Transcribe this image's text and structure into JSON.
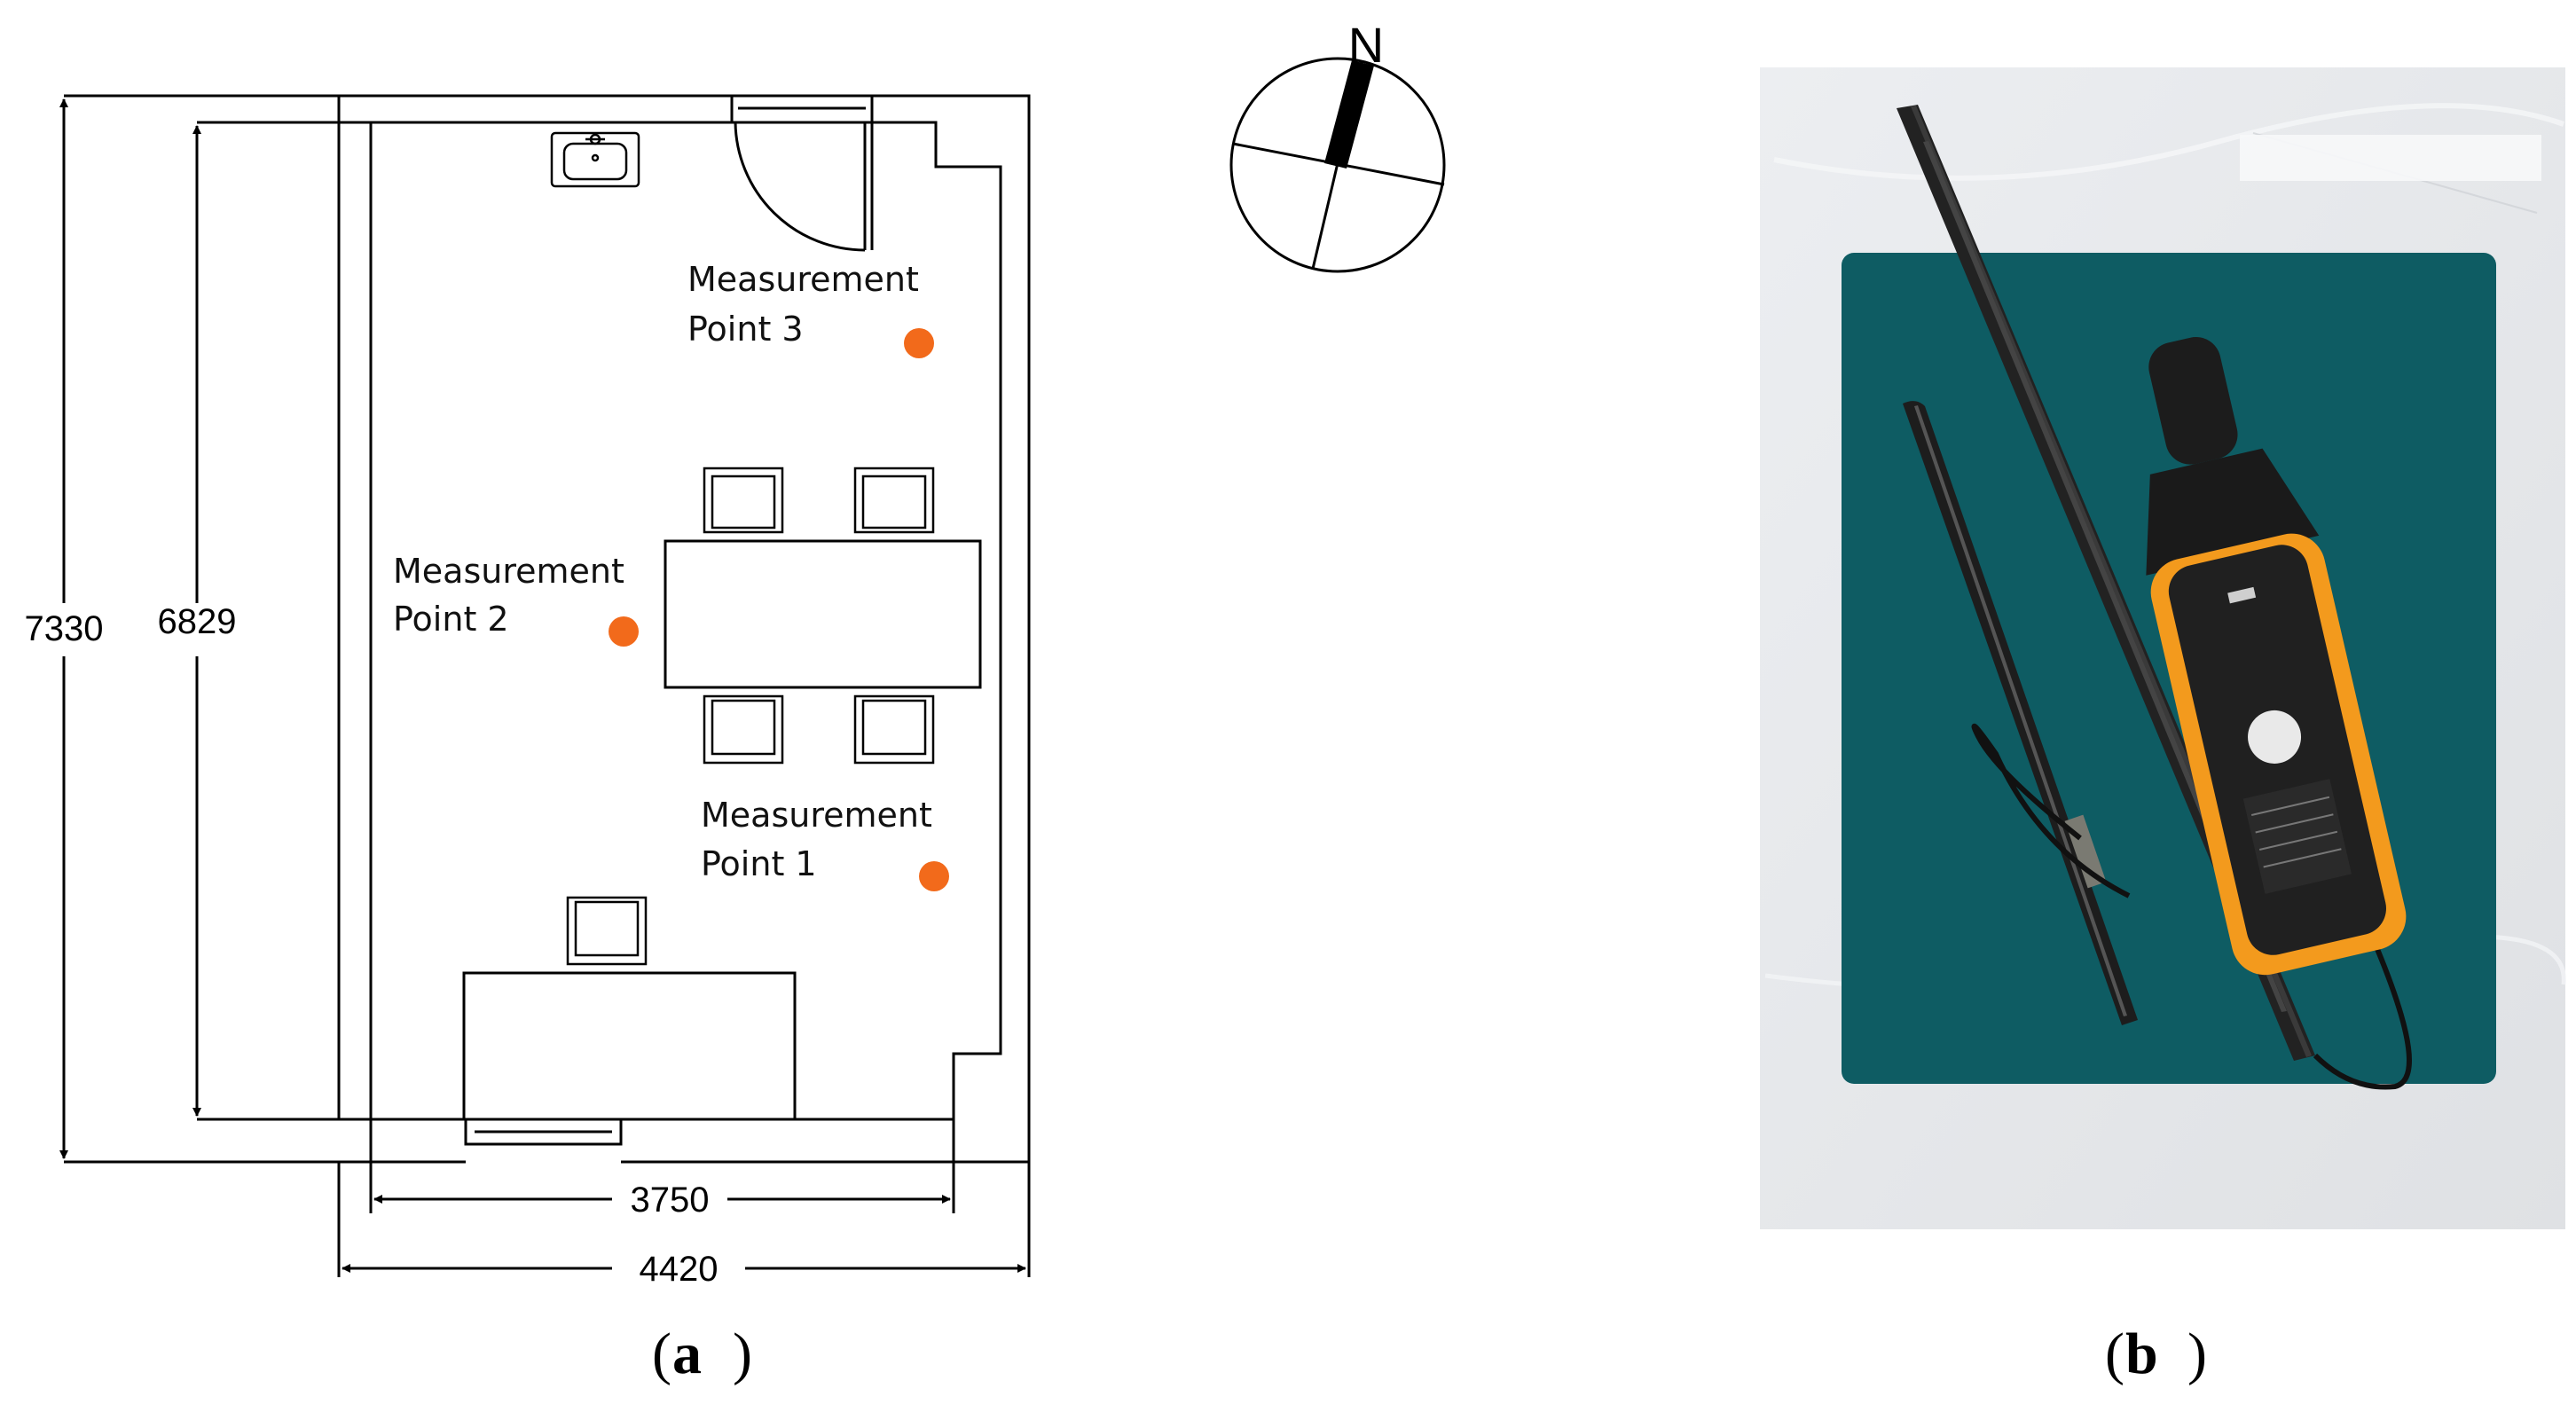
{
  "floor_plan": {
    "dimensions": {
      "total_height": "7330",
      "inner_height": "6829",
      "inner_width": "3750",
      "total_width": "4420"
    },
    "measurement_points": [
      {
        "label_line1": "Measurement",
        "label_line2": "Point 3"
      },
      {
        "label_line1": "Measurement",
        "label_line2": "Point 2"
      },
      {
        "label_line1": "Measurement",
        "label_line2": "Point 1"
      }
    ],
    "marker_color": "#f26a1b"
  },
  "compass": {
    "north_label": "N"
  },
  "captions": {
    "a": "a",
    "b": "b"
  },
  "photo": {
    "background_color": "#e6e7ea",
    "board_color": "#0e5c63",
    "device_accent": "#f39a1d",
    "device_body": "#202020"
  }
}
